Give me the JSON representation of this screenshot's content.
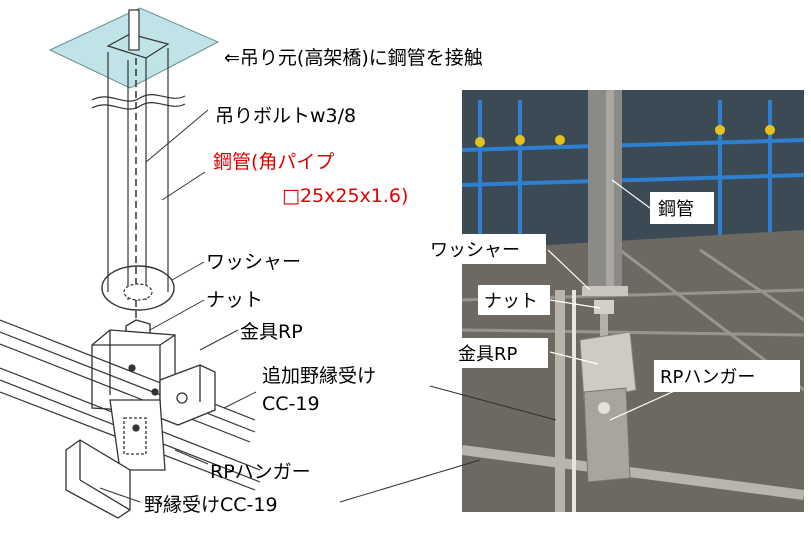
{
  "diagram": {
    "labels": {
      "suspension_source": "⇐吊り元(高架橋)に鋼管を接触",
      "hanging_bolt": "吊りボルトw3/8",
      "steel_pipe_line1": "鋼管(角パイプ",
      "steel_pipe_line2": "□25x25x1.6)",
      "washer": "ワッシャー",
      "nut": "ナット",
      "bracket_rp": "金具RP",
      "extra_channel_line1": "追加野縁受け",
      "extra_channel_line2": "CC-19",
      "rp_hanger": "RPハンガー",
      "channel": "野縁受けCC-19"
    },
    "accent_color": "#e00000"
  },
  "photo": {
    "labels": {
      "steel_pipe": "鋼管",
      "washer": "ワッシャー",
      "nut": "ナット",
      "bracket_rp": "金具RP",
      "rp_hanger": "RPハンガー"
    }
  }
}
